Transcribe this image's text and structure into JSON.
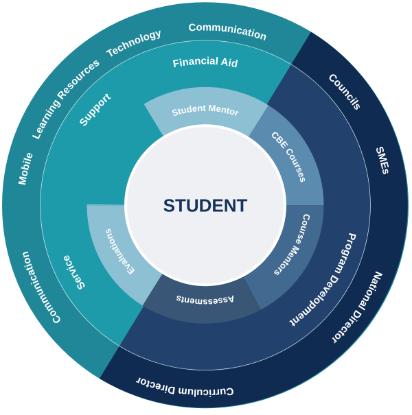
{
  "center": {
    "label": "STUDENT"
  },
  "outer_ring": {
    "labels": [
      "Communication",
      "Technology",
      "Learning Resources",
      "Mobile",
      "Communication",
      "Councils",
      "SMEs",
      "National Director",
      "Curriculum Director"
    ]
  },
  "middle_ring": {
    "labels": [
      "Financial Aid",
      "Support",
      "Service",
      "Program Development"
    ]
  },
  "inner_ring": {
    "labels": [
      "Student Mentor",
      "CBE Courses",
      "Course Mentors",
      "Assessments",
      "Evaluations"
    ]
  },
  "colors": {
    "teal_outer": "#1f8798",
    "teal_middle": "#1e9bab",
    "navy_outer": "#0f2b52",
    "navy_middle": "#22426d",
    "light_blue": "#8dc0d3",
    "steel_blue": "#5c8bb0",
    "slate_blue": "#42698f",
    "slate_dark": "#3a5676",
    "center_fill": "#eef0f3",
    "center_text": "#16325c"
  }
}
